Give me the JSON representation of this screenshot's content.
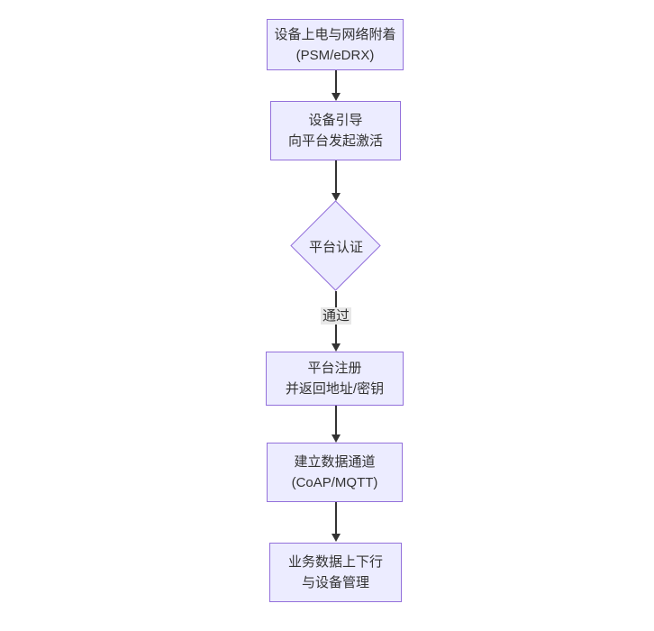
{
  "diagram": {
    "type": "flowchart",
    "direction": "top-down",
    "background": "#ffffff",
    "colors": {
      "node_fill": "#ECECFF",
      "node_border": "#9370DB",
      "text": "#333333",
      "arrow": "#333333",
      "edge_label_bg": "#e8e8e8"
    },
    "nodes": [
      {
        "id": "power-attach",
        "shape": "rect",
        "line1": "设备上电与网络附着",
        "line2": "(PSM/eDRX)"
      },
      {
        "id": "bootstrap",
        "shape": "rect",
        "line1": "设备引导",
        "line2": "向平台发起激活"
      },
      {
        "id": "platform-auth",
        "shape": "diamond",
        "line1": "平台认证",
        "line2": ""
      },
      {
        "id": "register",
        "shape": "rect",
        "line1": "平台注册",
        "line2": "并返回地址/密钥"
      },
      {
        "id": "data-channel",
        "shape": "rect",
        "line1": "建立数据通道",
        "line2": "(CoAP/MQTT)"
      },
      {
        "id": "business",
        "shape": "rect",
        "line1": "业务数据上下行",
        "line2": "与设备管理"
      }
    ],
    "edges": [
      {
        "from": "power-attach",
        "to": "bootstrap",
        "label": ""
      },
      {
        "from": "bootstrap",
        "to": "platform-auth",
        "label": ""
      },
      {
        "from": "platform-auth",
        "to": "register",
        "label": "通过"
      },
      {
        "from": "register",
        "to": "data-channel",
        "label": ""
      },
      {
        "from": "data-channel",
        "to": "business",
        "label": ""
      }
    ]
  }
}
